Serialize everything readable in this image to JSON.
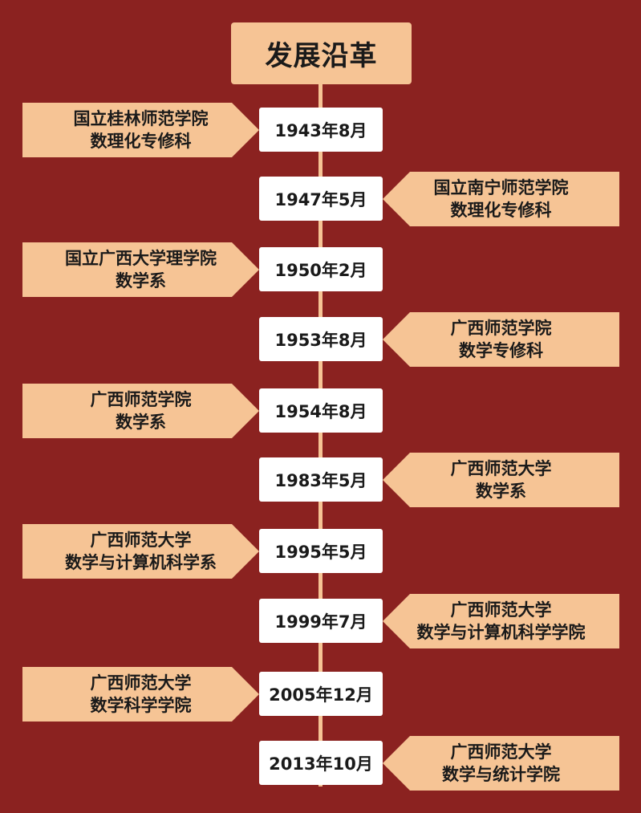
{
  "title": "发展沿革",
  "events": [
    {
      "date": "1943年8月",
      "side": "left",
      "lines": [
        "国立桂林师范学院",
        "数理化专修科"
      ]
    },
    {
      "date": "1947年5月",
      "side": "right",
      "lines": [
        "国立南宁师范学院",
        "数理化专修科"
      ]
    },
    {
      "date": "1950年2月",
      "side": "left",
      "lines": [
        "国立广西大学理学院",
        "数学系"
      ]
    },
    {
      "date": "1953年8月",
      "side": "right",
      "lines": [
        "广西师范学院",
        "数学专修科"
      ]
    },
    {
      "date": "1954年8月",
      "side": "left",
      "lines": [
        "广西师范学院",
        "数学系"
      ]
    },
    {
      "date": "1983年5月",
      "side": "right",
      "lines": [
        "广西师范大学",
        "数学系"
      ]
    },
    {
      "date": "1995年5月",
      "side": "left",
      "lines": [
        "广西师范大学",
        "数学与计算机科学系"
      ]
    },
    {
      "date": "1999年7月",
      "side": "right",
      "lines": [
        "广西师范大学",
        "数学与计算机科学学院"
      ]
    },
    {
      "date": "2005年12月",
      "side": "left",
      "lines": [
        "广西师范大学",
        "数学科学学院"
      ]
    },
    {
      "date": "2013年10月",
      "side": "right",
      "lines": [
        "广西师范大学",
        "数学与统计学院"
      ]
    }
  ],
  "colors": {
    "background": "#8b2220",
    "accent": "#f6c495",
    "date_box": "#ffffff",
    "text": "#1a1a1a"
  }
}
